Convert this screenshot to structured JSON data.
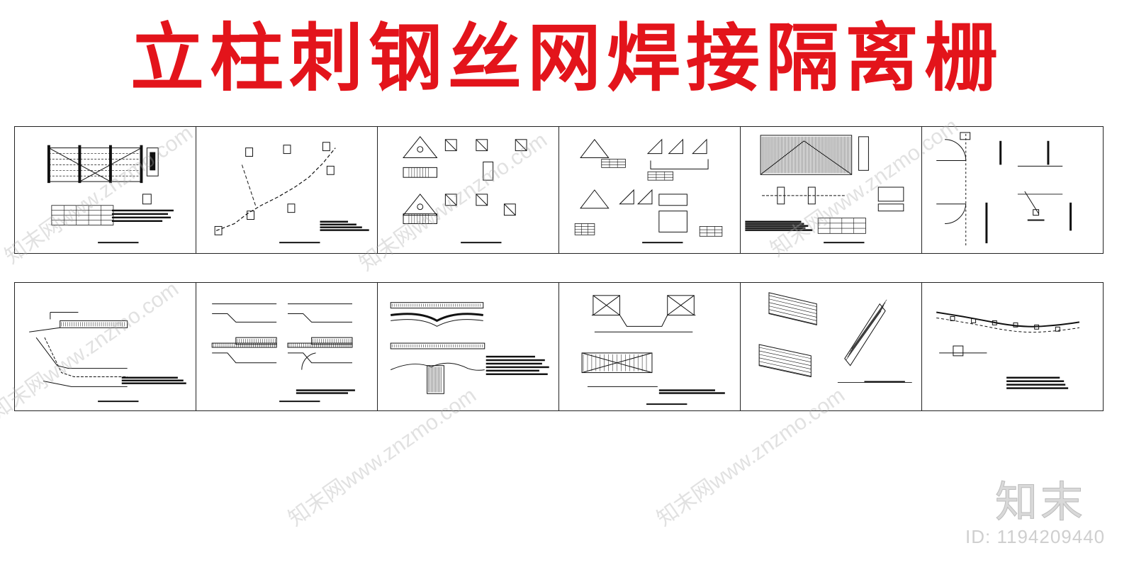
{
  "title": "立柱刺钢丝网焊接隔离栅",
  "brand": "知末",
  "image_id": "ID: 1194209440",
  "watermark": "知末网www.znzmo.com",
  "colors": {
    "title": "#e3141b",
    "line": "#111111",
    "frame": "#222222",
    "watermark": "#bdbdbd"
  },
  "sheets": [
    {
      "name": "sheet-fence-elevation",
      "kind": "elevation"
    },
    {
      "name": "sheet-diagonal-layout",
      "kind": "diagonal"
    },
    {
      "name": "sheet-post-details",
      "kind": "details"
    },
    {
      "name": "sheet-bracket-details",
      "kind": "brackets"
    },
    {
      "name": "sheet-mesh-panel",
      "kind": "mesh"
    },
    {
      "name": "sheet-gate-hinge",
      "kind": "hinge"
    },
    {
      "name": "sheet-slope-layout",
      "kind": "slope"
    },
    {
      "name": "sheet-channel-crossing",
      "kind": "channel"
    },
    {
      "name": "sheet-culvert-crossing",
      "kind": "culvert"
    },
    {
      "name": "sheet-river-crossing",
      "kind": "river"
    },
    {
      "name": "sheet-oblique-views",
      "kind": "oblique"
    },
    {
      "name": "sheet-curved-route",
      "kind": "curve"
    }
  ]
}
